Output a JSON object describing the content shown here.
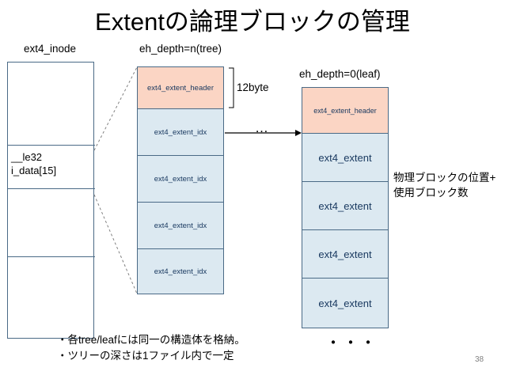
{
  "slide": {
    "title": "Extentの論理ブロックの管理",
    "page_number": "38"
  },
  "captions": {
    "inode": "ext4_inode",
    "tree": "eh_depth=n(tree)",
    "leaf": "eh_depth=0(leaf)"
  },
  "inode": {
    "field_label": "__le32\ni_data[15]"
  },
  "tree_column": {
    "cells": [
      {
        "label": "ext4_extent_header",
        "kind": "header"
      },
      {
        "label": "ext4_extent_idx",
        "kind": "idx"
      },
      {
        "label": "ext4_extent_idx",
        "kind": "idx"
      },
      {
        "label": "ext4_extent_idx",
        "kind": "idx"
      },
      {
        "label": "ext4_extent_idx",
        "kind": "idx"
      }
    ]
  },
  "leaf_column": {
    "cells": [
      {
        "label": "ext4_extent_header",
        "kind": "header"
      },
      {
        "label": "ext4_extent",
        "kind": "extent"
      },
      {
        "label": "ext4_extent",
        "kind": "extent"
      },
      {
        "label": "ext4_extent",
        "kind": "extent"
      },
      {
        "label": "ext4_extent",
        "kind": "extent"
      }
    ]
  },
  "annotations": {
    "byte_size": "12byte",
    "ellipsis_middle": "…",
    "ellipsis_bottom": "・・・",
    "right_note": "物理ブロックの位置+\n使用ブロック数",
    "bottom_notes": "・各tree/leafには同一の構造体を格納。\n・ツリーの深さは1ファイル内で一定"
  },
  "colors": {
    "header_fill": "#fbd5c4",
    "cell_fill": "#dce9f1",
    "border": "#4a6a86",
    "text_blue": "#17375e",
    "page_num": "#808080"
  }
}
